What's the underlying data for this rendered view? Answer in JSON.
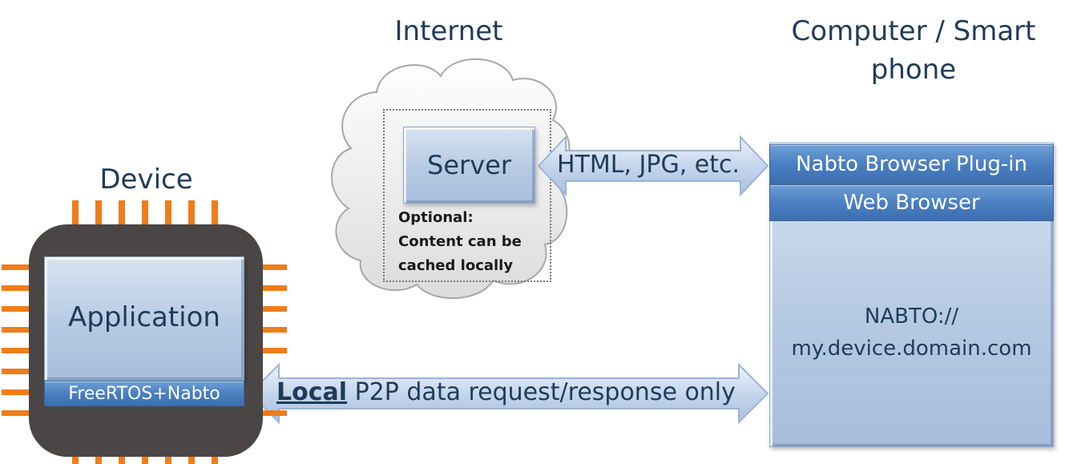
{
  "headings": {
    "internet": "Internet",
    "computer": "Computer / Smart phone",
    "device": "Device"
  },
  "server": {
    "label": "Server",
    "note_lines": [
      "Optional:",
      "Content can be",
      "cached locally"
    ]
  },
  "arrows": {
    "top": "HTML, JPG, etc.",
    "bottom_emphasis": "Local",
    "bottom_rest": " P2P data request/response only"
  },
  "device": {
    "app_label": "Application",
    "os_label": "FreeRTOS+Nabto"
  },
  "computer": {
    "plugin_label": "Nabto Browser Plug-in",
    "browser_label": "Web Browser",
    "url_line1": "NABTO://",
    "url_line2": "my.device.domain.com"
  },
  "colors": {
    "pin": "#ef7d1a",
    "chip": "#4a4646",
    "accent_blue": "#4a7fc0",
    "text": "#1f3b5a"
  }
}
